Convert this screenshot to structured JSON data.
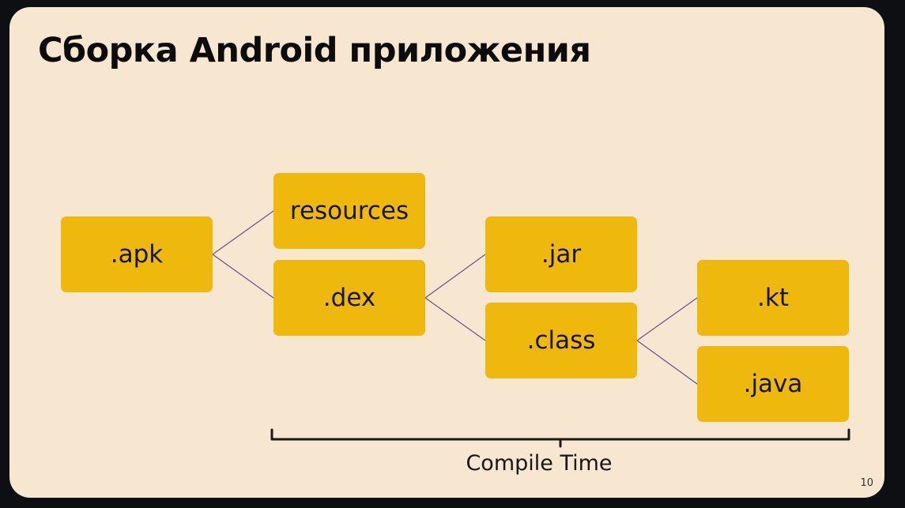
{
  "slide": {
    "title": "Сборка Android приложения",
    "page_number": "10",
    "background": "#f8e7d0",
    "box_color": "#efb80c",
    "line_color": "#6a4f8a"
  },
  "diagram": {
    "nodes": [
      {
        "id": "apk",
        "label": ".apk"
      },
      {
        "id": "resources",
        "label": "resources"
      },
      {
        "id": "dex",
        "label": ".dex"
      },
      {
        "id": "jar",
        "label": ".jar"
      },
      {
        "id": "class",
        "label": ".class"
      },
      {
        "id": "kt",
        "label": ".kt"
      },
      {
        "id": "java",
        "label": ".java"
      }
    ],
    "edges": [
      {
        "from": "apk",
        "to": "resources"
      },
      {
        "from": "apk",
        "to": "dex"
      },
      {
        "from": "dex",
        "to": "jar"
      },
      {
        "from": "dex",
        "to": "class"
      },
      {
        "from": "class",
        "to": "kt"
      },
      {
        "from": "class",
        "to": "java"
      }
    ],
    "bracket_label": "Compile Time"
  }
}
